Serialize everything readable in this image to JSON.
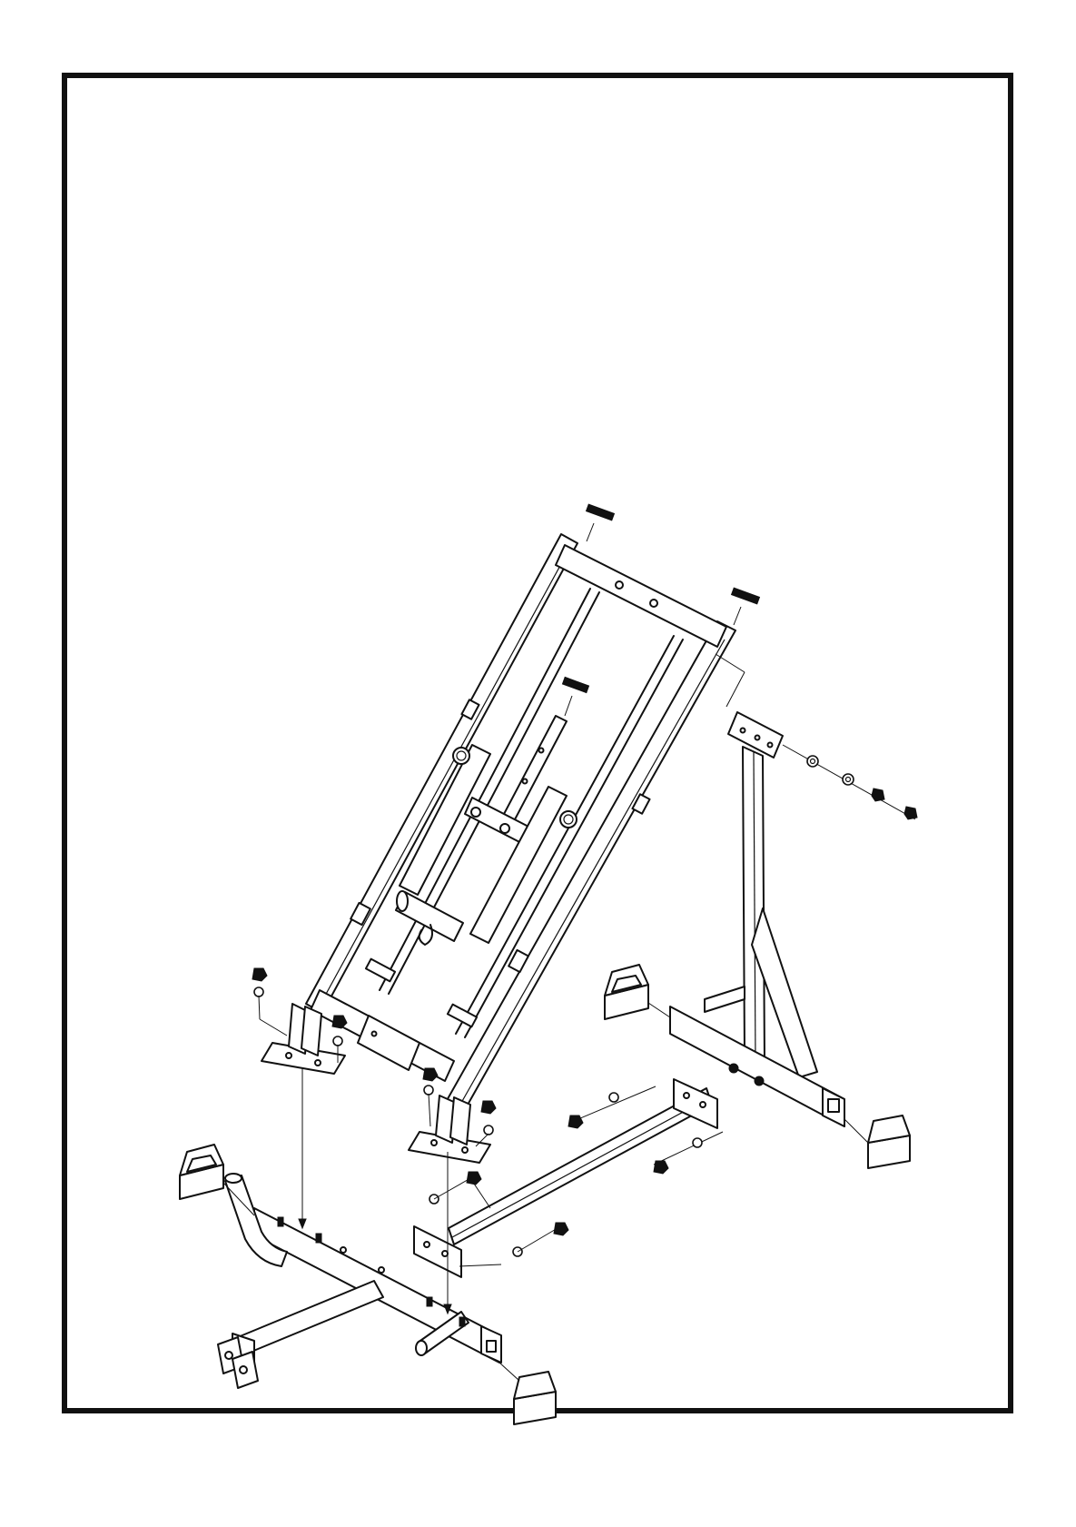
{
  "document": {
    "kind": "exploded assembly diagram",
    "border_color": "#111111",
    "background": "#ffffff"
  },
  "parts": [
    {
      "id": "incline-frame",
      "icon": "incline-frame-drawing"
    },
    {
      "id": "rear-support",
      "icon": "rear-upright-support-drawing"
    },
    {
      "id": "front-base",
      "icon": "front-base-drawing"
    },
    {
      "id": "cross-tube",
      "icon": "cross-tube-drawing"
    },
    {
      "id": "foot-caps",
      "icon": "end-cap-drawing",
      "count": 4
    },
    {
      "id": "spring-clips",
      "icon": "spring-clip-drawing",
      "count": 3
    },
    {
      "id": "nuts-and-washers",
      "icon": "hardware-drawing"
    }
  ]
}
